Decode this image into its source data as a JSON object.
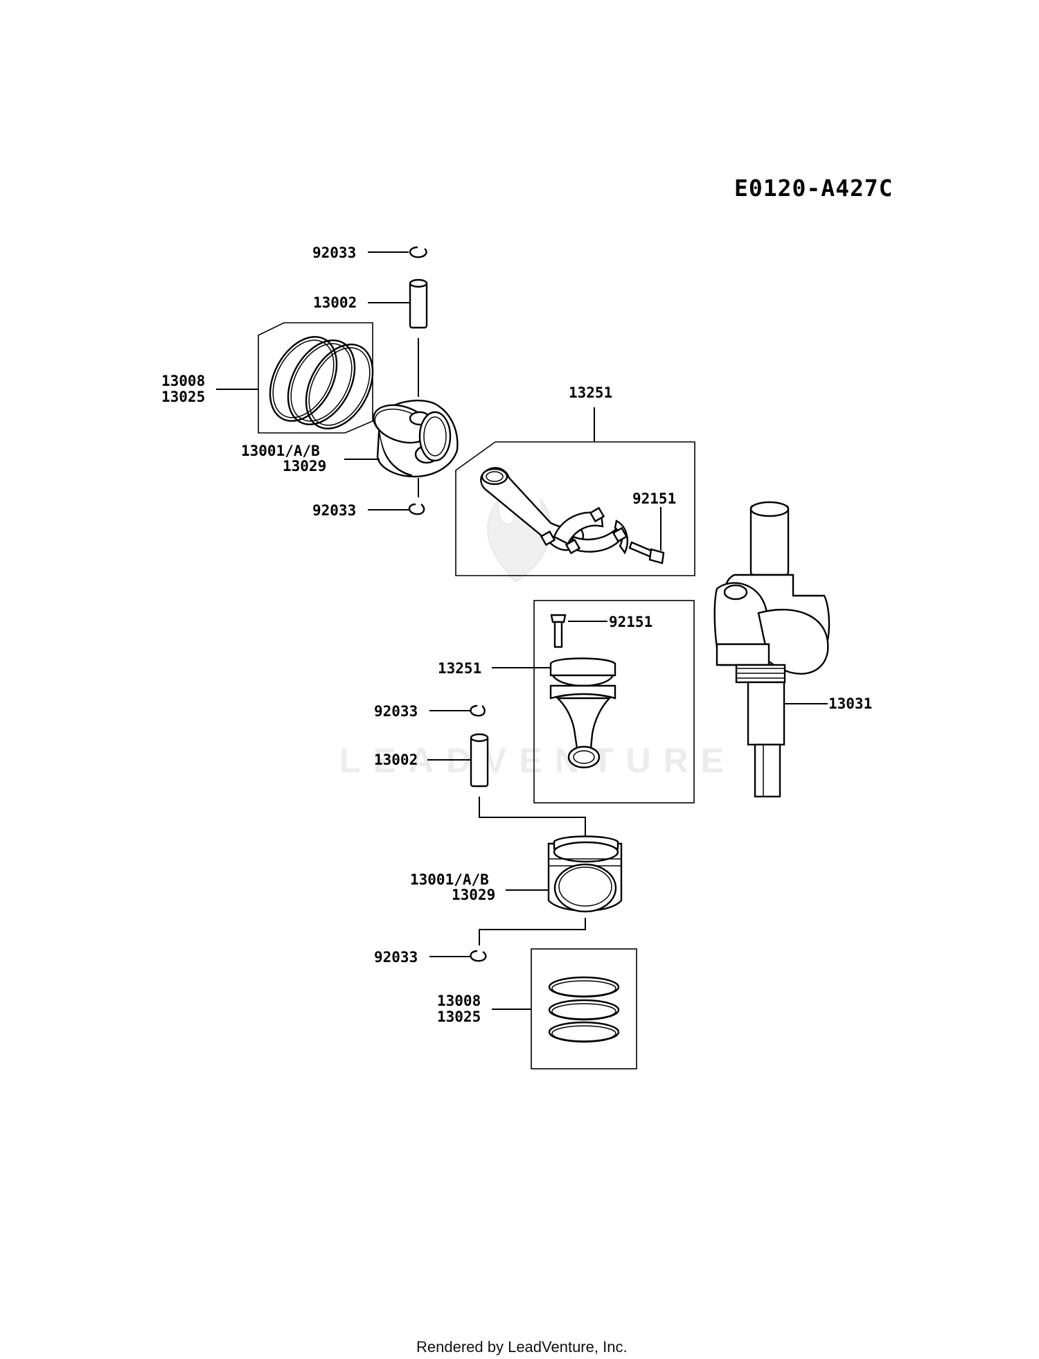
{
  "diagram_code": "E0120-A427C",
  "footer": "Rendered by LeadVenture, Inc.",
  "watermark": "LEADVENTURE",
  "colors": {
    "ink": "#000000",
    "background": "#ffffff",
    "watermark": "#ececec"
  },
  "labels": {
    "circlip_top_1": "92033",
    "pin_top": "13002",
    "rings_top_1": "13008",
    "rings_top_2": "13025",
    "piston_top_1": "13001/A/B",
    "piston_top_2": "13029",
    "circlip_top_2": "92033",
    "rod_assy_top": "13251",
    "bolt_top": "92151",
    "bolt_bottom": "92151",
    "rod_assy_bottom": "13251",
    "crankshaft": "13031",
    "circlip_bottom_1": "92033",
    "pin_bottom": "13002",
    "piston_bottom_1": "13001/A/B",
    "piston_bottom_2": "13029",
    "circlip_bottom_2": "92033",
    "rings_bottom_1": "13008",
    "rings_bottom_2": "13025"
  }
}
